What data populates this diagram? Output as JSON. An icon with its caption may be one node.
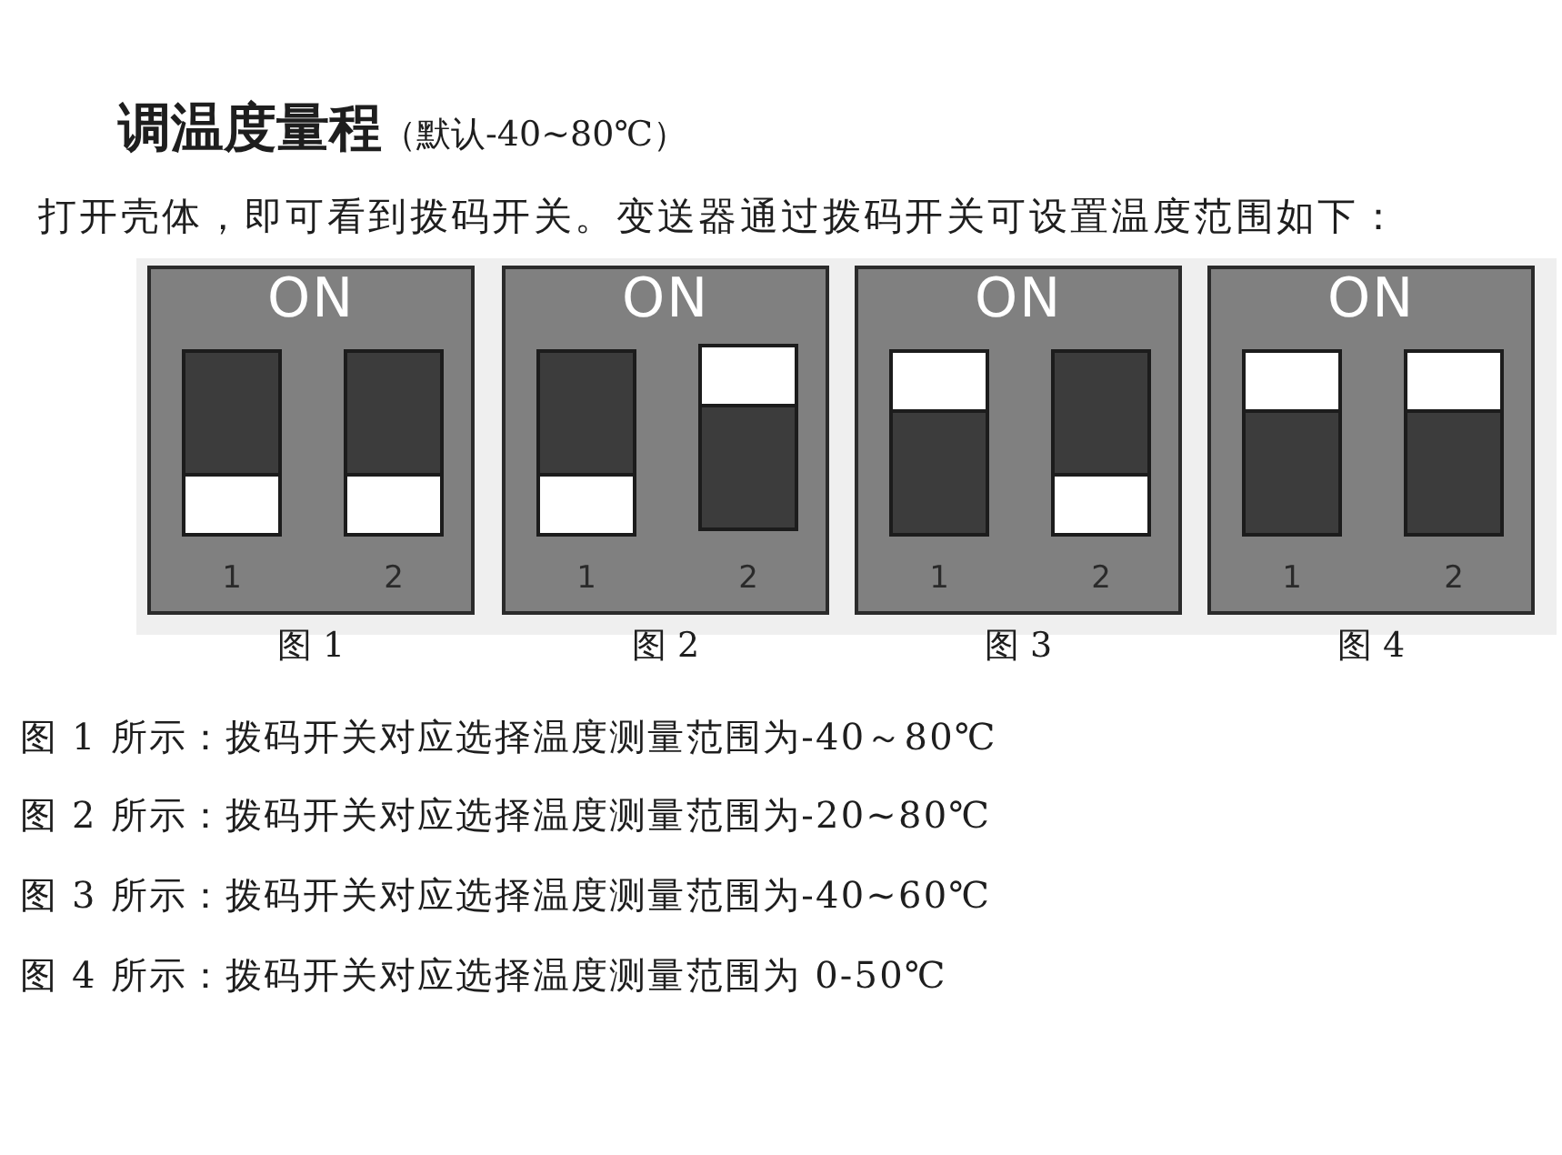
{
  "diagram": {
    "title": "**调温度量程**（默认-40~80℃）",
    "nodes": [
      {
        "text": [
          "ON"
        ],
        "beside": [
          "图 1"
        ]
      },
      {
        "text": [],
        "shape": "box",
        "in": 0,
        "beside": [
          "1"
        ]
      },
      {
        "text": [],
        "shape": "box",
        "in": 0,
        "beside": [
          "2"
        ]
      },
      {
        "text": [
          "ON"
        ],
        "beside": [
          "图 2"
        ]
      },
      {
        "text": [],
        "shape": "box",
        "in": 3,
        "beside": [
          "1"
        ]
      },
      {
        "text": [],
        "shape": "box",
        "in": 3,
        "beside": [
          "2"
        ]
      },
      {
        "text": [
          "ON"
        ],
        "beside": [
          "图 3"
        ]
      },
      {
        "text": [],
        "shape": "box",
        "in": 6,
        "beside": [
          "1"
        ]
      },
      {
        "text": [],
        "shape": "box",
        "in": 6,
        "beside": [
          "2"
        ]
      },
      {
        "text": [
          "ON"
        ],
        "beside": [
          "图 4"
        ]
      },
      {
        "text": [],
        "shape": "box",
        "in": 9,
        "beside": [
          "1"
        ]
      },
      {
        "text": [],
        "shape": "box",
        "in": 9,
        "beside": [
          "2"
        ]
      }
    ],
    "labels": [
      "打开壳体，即可看到拨码开关。变送器通过拨码开关可设置温度范围如下：",
      "图 1 所示：拨码开关对应选择温度测量范围为-40～80℃",
      "图 2 所示：拨码开关对应选择温度测量范围为-20~80℃",
      "图 3 所示：拨码开关对应选择温度测量范围为-40~60℃",
      "图 4 所示：拨码开关对应选择温度测量范围为 0-50℃"
    ]
  }
}
